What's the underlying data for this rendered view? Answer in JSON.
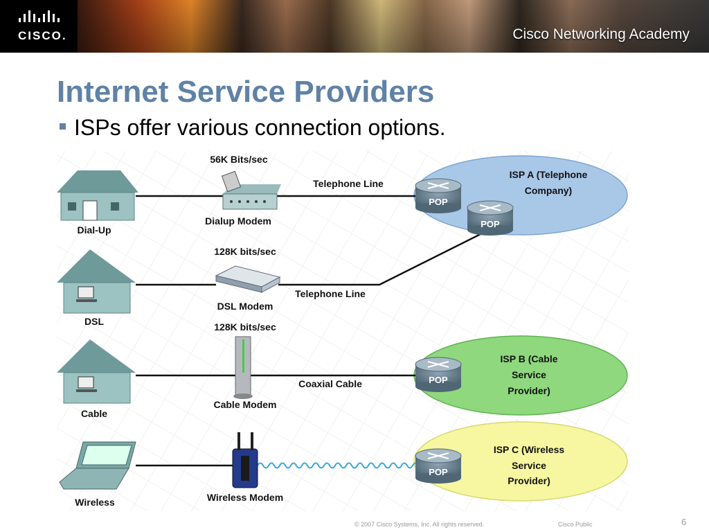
{
  "header": {
    "academy": "Cisco Networking Academy",
    "logo_text": "CISCO."
  },
  "slide": {
    "title": "Internet Service Providers",
    "bullet": "ISPs offer various connection options."
  },
  "rows": [
    {
      "home": "Dial-Up",
      "speed": "56K Bits/sec",
      "device": "Dialup Modem",
      "link": "Telephone Line"
    },
    {
      "home": "DSL",
      "speed": "128K bits/sec",
      "device": "DSL Modem",
      "link": "Telephone Line"
    },
    {
      "home": "Cable",
      "speed": "128K bits/sec",
      "device": "Cable Modem",
      "link": "Coaxial Cable"
    },
    {
      "home": "Wireless",
      "speed": "",
      "device": "Wireless Modem",
      "link": ""
    }
  ],
  "isps": [
    {
      "line1": "ISP A (Telephone",
      "line2": "Company)",
      "line3": "",
      "color": "#a9c8e8"
    },
    {
      "line1": "ISP B (Cable",
      "line2": "Service",
      "line3": "Provider)",
      "color": "#8fd87e"
    },
    {
      "line1": "ISP C (Wireless",
      "line2": "Service",
      "line3": "Provider)",
      "color": "#f6f7a0"
    }
  ],
  "pop_label": "POP",
  "footer": {
    "copyright": "© 2007 Cisco Systems, Inc. All rights reserved.",
    "classification": "Cisco Public",
    "page": "6"
  }
}
